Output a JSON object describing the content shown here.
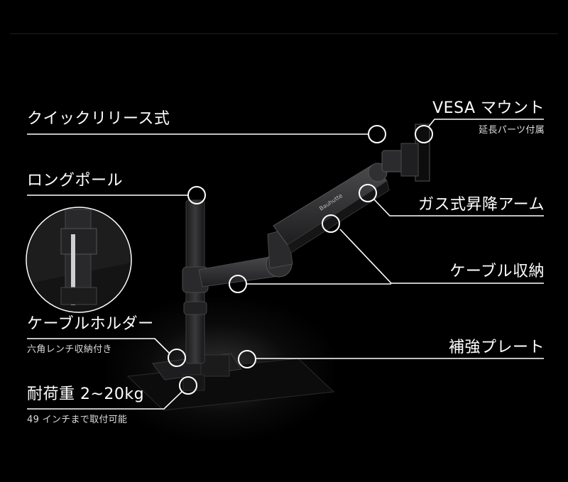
{
  "labels": {
    "quick_release": "クイックリリース式",
    "long_pole": "ロングポール",
    "cable_holder": "ケーブルホルダー",
    "cable_holder_sub": "六角レンチ収納付き",
    "load": "耐荷重 2~20kg",
    "load_sub": "49 インチまで取付可能",
    "vesa": "VESA マウント",
    "vesa_sub": "延長パーツ付属",
    "gas_arm": "ガス式昇降アーム",
    "cable_mgmt": "ケーブル収納",
    "plate": "補強プレート"
  },
  "brand_text": "Bauhutte",
  "colors": {
    "background": "#000000",
    "line": "#ffffff",
    "arm": "#2b2b2d"
  }
}
